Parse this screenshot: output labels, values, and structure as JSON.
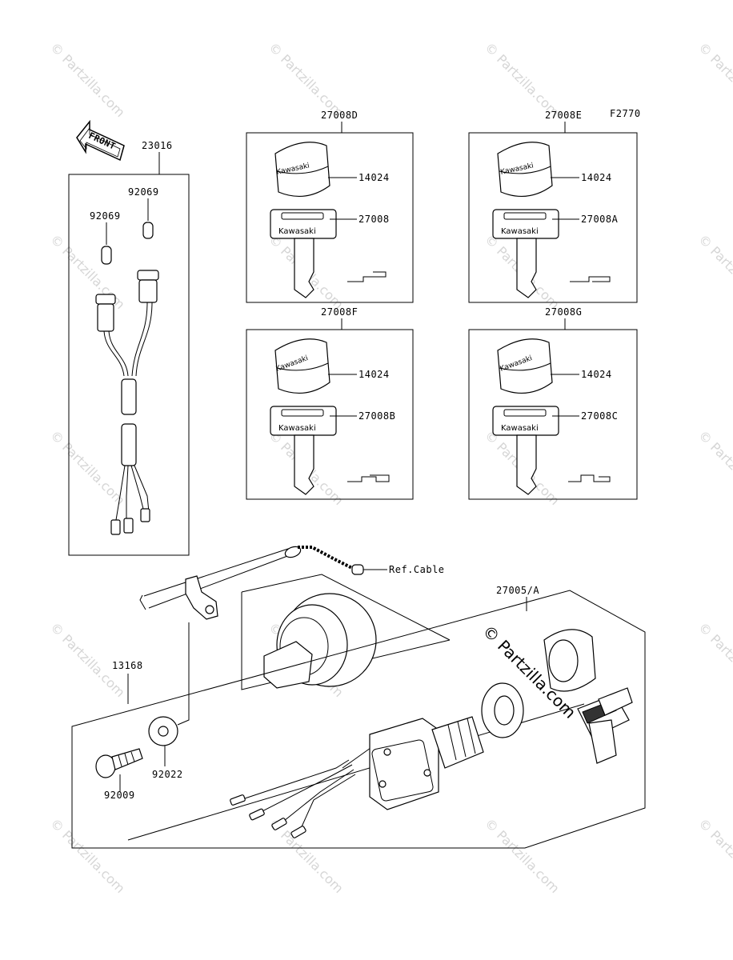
{
  "figure_code": "F2770",
  "front_marker": "FRONT",
  "watermark_text": "© Partzilla.com",
  "panel_labels": {
    "harness": "23016",
    "set_d": "27008D",
    "set_e": "27008E",
    "set_f": "27008F",
    "set_g": "27008G",
    "switch": "27005/A"
  },
  "part_labels": {
    "bulb_upper": "92069",
    "bulb_lower": "92069",
    "knob_d": "14024",
    "key_d": "27008",
    "knob_e": "14024",
    "key_e": "27008A",
    "knob_f": "14024",
    "key_f": "27008B",
    "knob_g": "14024",
    "key_g": "27008C",
    "cable_ref": "Ref.Cable",
    "bracket": "13168",
    "washer": "92022",
    "bolt": "92009"
  },
  "key_brand": "Kawasaki"
}
